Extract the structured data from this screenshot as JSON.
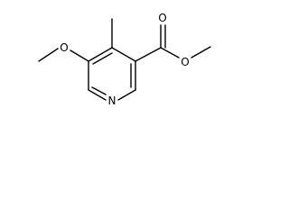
{
  "molecule": {
    "atoms": {
      "ring_nitrogen": "N",
      "methoxy_oxygen": "O",
      "ester_carbonyl_oxygen": "O",
      "ester_ether_oxygen": "O"
    },
    "colors": {
      "bond": "#000000",
      "label": "#000000",
      "background": "#ffffff"
    }
  }
}
